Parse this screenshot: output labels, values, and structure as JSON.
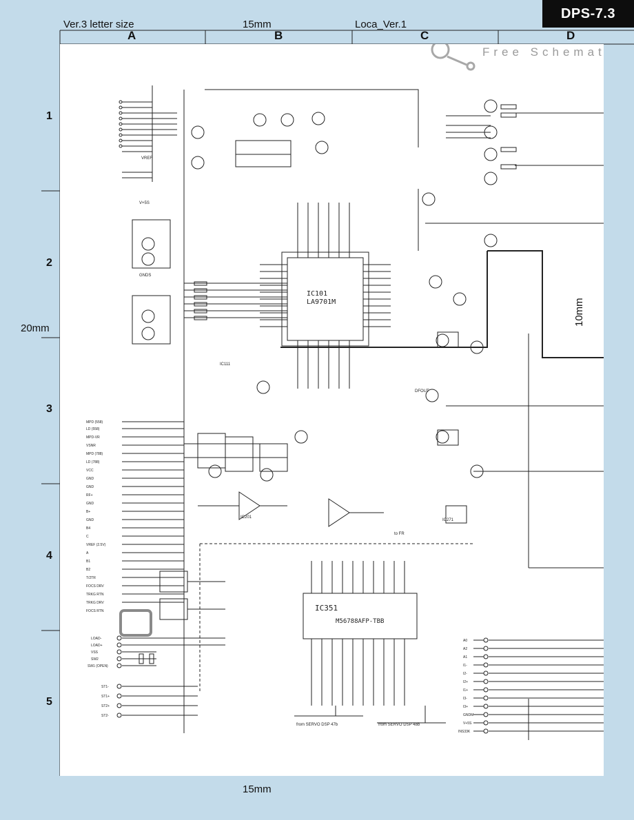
{
  "header": {
    "left_note": "Ver.3 letter size",
    "top_dim": "15mm",
    "right_note": "Loca_Ver.1",
    "badge": "DPS-7.3",
    "watermark": "Free Schemat"
  },
  "columns": [
    "A",
    "B",
    "C",
    "D"
  ],
  "rows": [
    "1",
    "2",
    "3",
    "4",
    "5"
  ],
  "dimensions": {
    "left": "20mm",
    "right": "10mm",
    "bottom": "15mm"
  },
  "schematic": {
    "ic_main_ref": "IC101",
    "ic_main_part": "LA9701M",
    "ic_driver_ref": "IC351",
    "ic_driver_part": "M56788AFP-TBB",
    "left_connector_pins": [
      "MPD (558)",
      "LD (558)",
      "MPD-VR",
      "VSNR",
      "MPD (788)",
      "LD (788)",
      "VCC",
      "GND",
      "GND",
      "RF+",
      "GND",
      "B+",
      "GND",
      "B4",
      "C",
      "VREF (2.5V)",
      "A",
      "B1",
      "B2",
      "T/2TR",
      "FOCS DRV",
      "TRKG RTN",
      "TRKG DRV",
      "FOCS RTN"
    ],
    "loading_pins": [
      "LOAD-",
      "LOAD+",
      "VSS",
      "SW2",
      "SW1 (OPEN)"
    ],
    "sled_pins": [
      "ST1-",
      "ST1+",
      "ST2+",
      "ST2-"
    ],
    "right_connector_pins": [
      "A0",
      "A2",
      "A1",
      "I1-",
      "I2-",
      "I2+",
      "I1+",
      "I3-",
      "I3+",
      "GNDM",
      "V+5S",
      "INS33K"
    ],
    "labels": {
      "from_servo_1": "from SERVO DSP 47b",
      "from_servo_2": "from SERVO DSP 48b",
      "to_fr": "to FR",
      "vref": "VREF",
      "v5s": "V+5S",
      "gnds": "GNDS",
      "ic201": "IC201",
      "ic271": "IC271",
      "ic111": "IC111",
      "dfout": "DFOUT"
    }
  }
}
